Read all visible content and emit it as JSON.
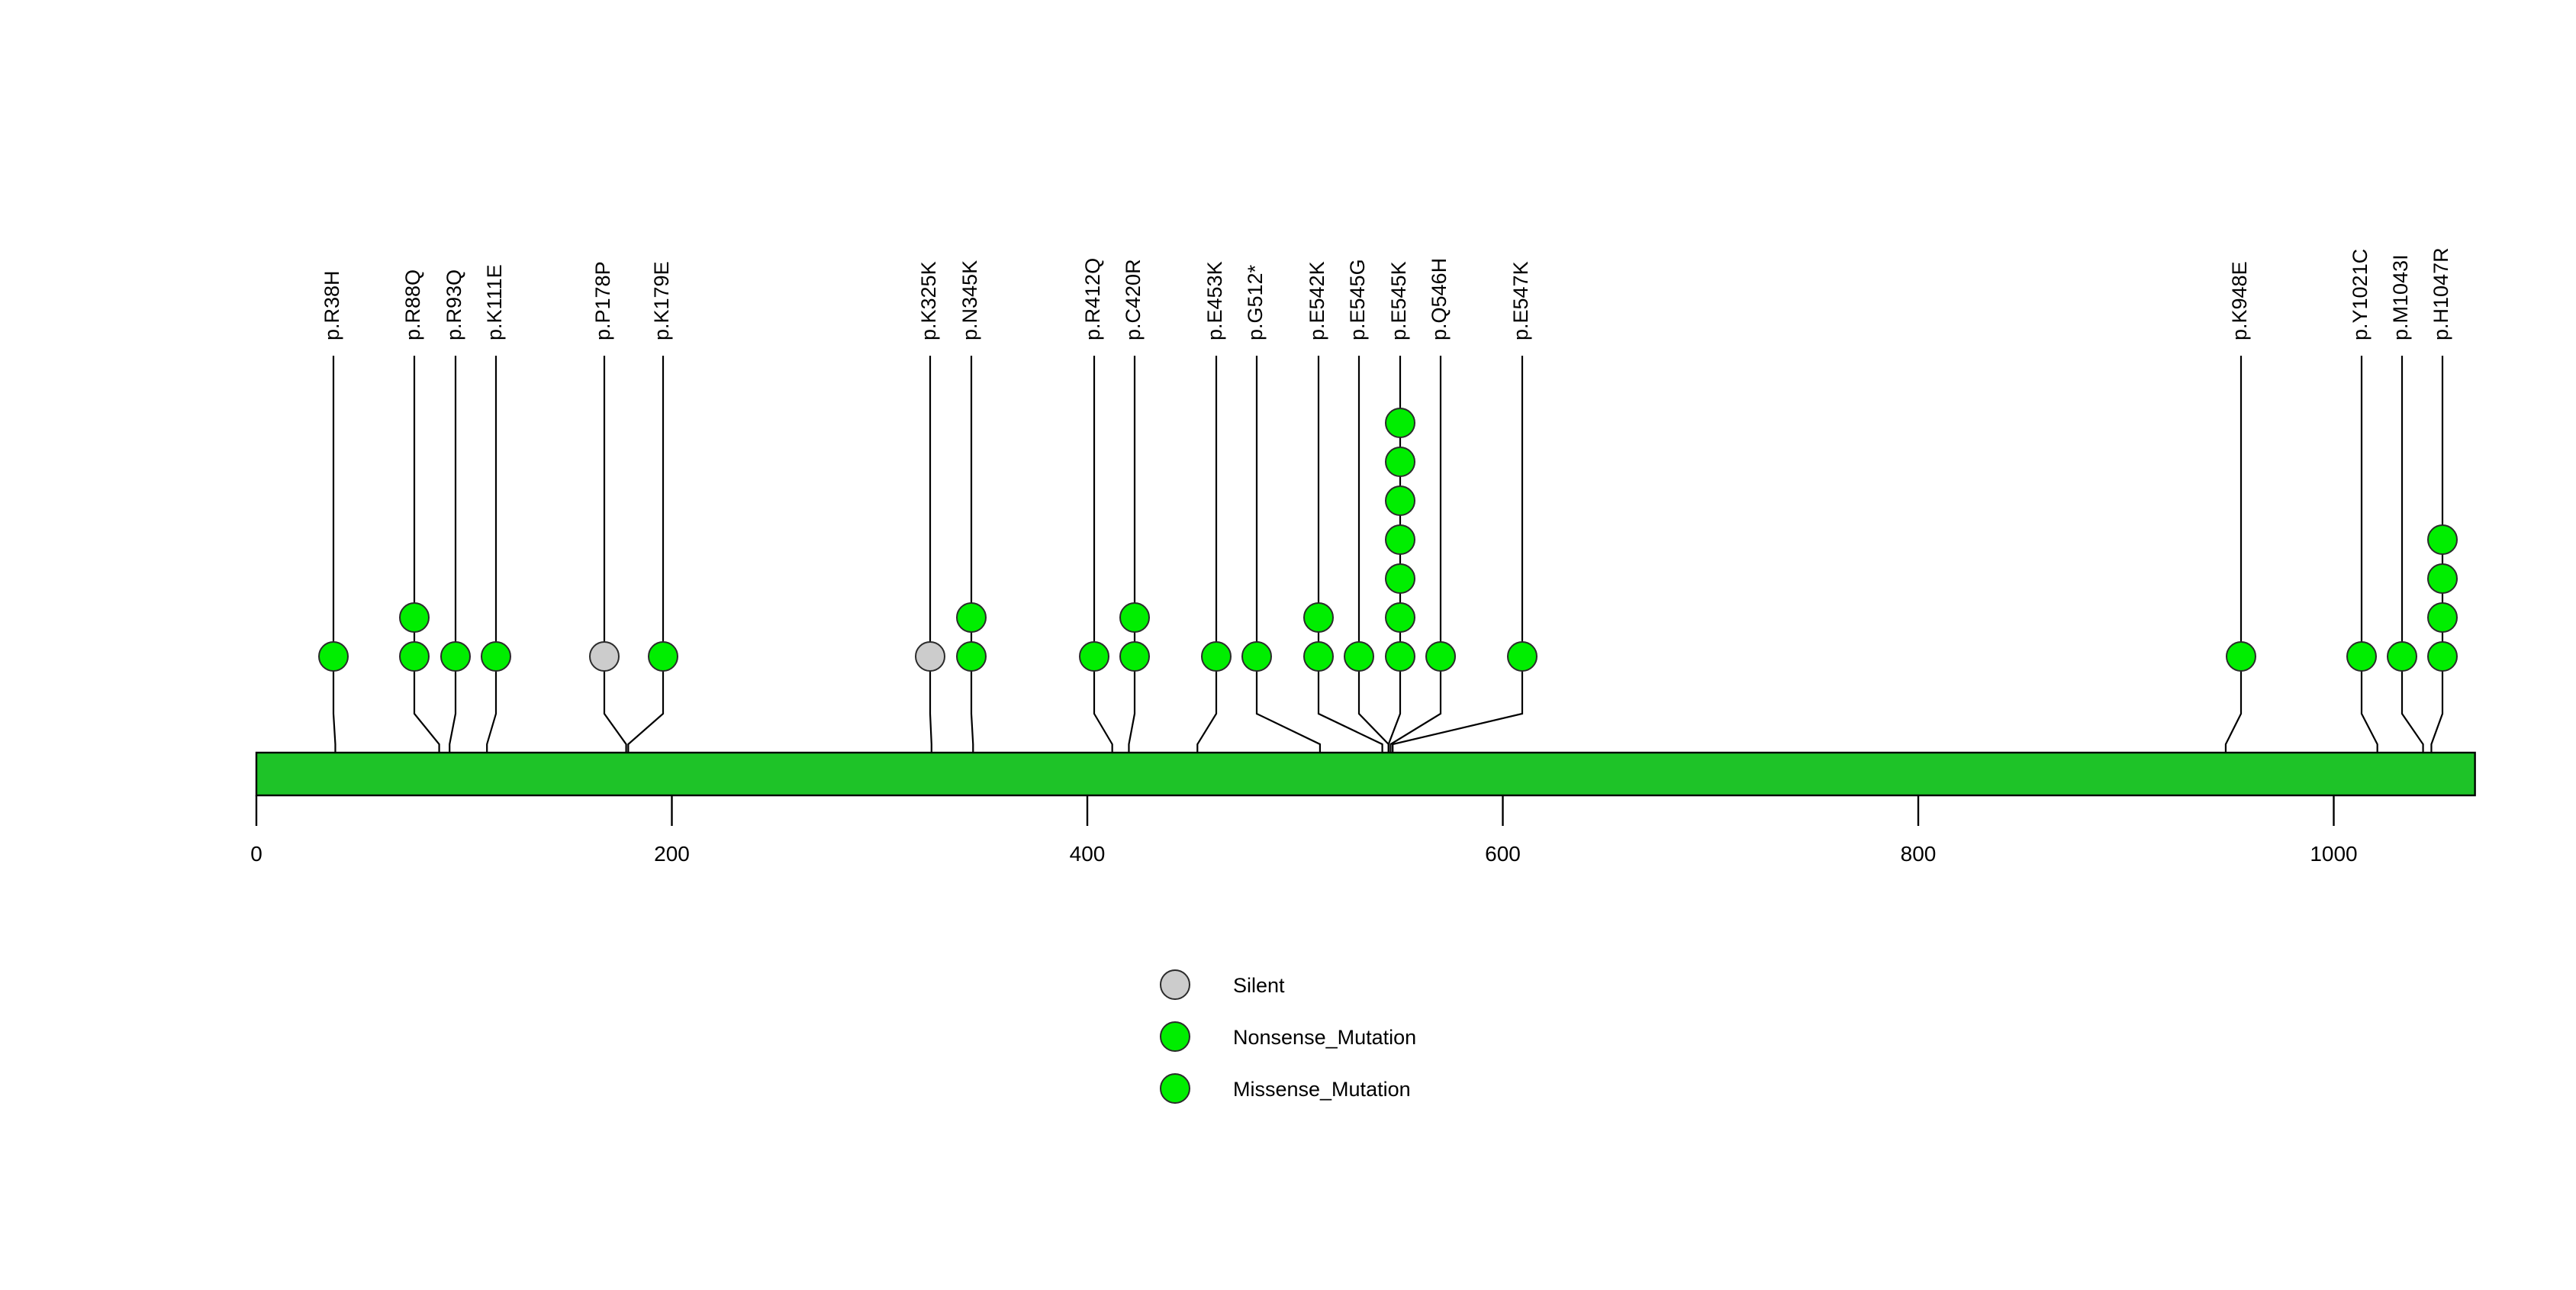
{
  "chart_data": {
    "type": "lollipop",
    "title": "",
    "xlabel": "",
    "ylabel": "",
    "xlim": [
      0,
      1068
    ],
    "axis_ticks": [
      {
        "value": 0,
        "label": "0"
      },
      {
        "value": 200,
        "label": "200"
      },
      {
        "value": 400,
        "label": "400"
      },
      {
        "value": 600,
        "label": "600"
      },
      {
        "value": 800,
        "label": "800"
      },
      {
        "value": 1000,
        "label": "1000"
      }
    ],
    "protein": {
      "name": "",
      "length": 1068,
      "start": 0,
      "end": 1068,
      "color": "#1ec328"
    },
    "mutations": [
      {
        "label": "p.R38H",
        "position": 38,
        "count": 1,
        "type": "Missense_Mutation",
        "color": "#00ee00"
      },
      {
        "label": "p.R88Q",
        "position": 88,
        "count": 2,
        "type": "Missense_Mutation",
        "color": "#00ee00"
      },
      {
        "label": "p.R93Q",
        "position": 93,
        "count": 1,
        "type": "Missense_Mutation",
        "color": "#00ee00"
      },
      {
        "label": "p.K111E",
        "position": 111,
        "count": 1,
        "type": "Missense_Mutation",
        "color": "#00ee00"
      },
      {
        "label": "p.P178P",
        "position": 178,
        "count": 1,
        "type": "Silent",
        "color": "#cccccc"
      },
      {
        "label": "p.K179E",
        "position": 179,
        "count": 1,
        "type": "Missense_Mutation",
        "color": "#00ee00"
      },
      {
        "label": "p.K325K",
        "position": 325,
        "count": 1,
        "type": "Silent",
        "color": "#cccccc"
      },
      {
        "label": "p.N345K",
        "position": 345,
        "count": 2,
        "type": "Missense_Mutation",
        "color": "#00ee00"
      },
      {
        "label": "p.R412Q",
        "position": 412,
        "count": 1,
        "type": "Missense_Mutation",
        "color": "#00ee00"
      },
      {
        "label": "p.C420R",
        "position": 420,
        "count": 2,
        "type": "Missense_Mutation",
        "color": "#00ee00"
      },
      {
        "label": "p.E453K",
        "position": 453,
        "count": 1,
        "type": "Missense_Mutation",
        "color": "#00ee00"
      },
      {
        "label": "p.G512*",
        "position": 512,
        "count": 1,
        "type": "Nonsense_Mutation",
        "color": "#00ee00"
      },
      {
        "label": "p.E542K",
        "position": 542,
        "count": 2,
        "type": "Missense_Mutation",
        "color": "#00ee00"
      },
      {
        "label": "p.E545G",
        "position": 545,
        "count": 1,
        "type": "Missense_Mutation",
        "color": "#00ee00"
      },
      {
        "label": "p.E545K",
        "position": 545,
        "count": 7,
        "type": "Missense_Mutation",
        "color": "#00ee00"
      },
      {
        "label": "p.Q546H",
        "position": 546,
        "count": 1,
        "type": "Missense_Mutation",
        "color": "#00ee00"
      },
      {
        "label": "p.E547K",
        "position": 547,
        "count": 1,
        "type": "Missense_Mutation",
        "color": "#00ee00"
      },
      {
        "label": "p.K948E",
        "position": 948,
        "count": 1,
        "type": "Missense_Mutation",
        "color": "#00ee00"
      },
      {
        "label": "p.Y1021C",
        "position": 1021,
        "count": 1,
        "type": "Missense_Mutation",
        "color": "#00ee00"
      },
      {
        "label": "p.M1043I",
        "position": 1043,
        "count": 1,
        "type": "Missense_Mutation",
        "color": "#00ee00"
      },
      {
        "label": "p.H1047R",
        "position": 1047,
        "count": 4,
        "type": "Missense_Mutation",
        "color": "#00ee00"
      }
    ],
    "legend": {
      "position": "bottom-center",
      "entries": [
        {
          "label": "Silent",
          "color": "#cccccc"
        },
        {
          "label": "Nonsense_Mutation",
          "color": "#00ee00"
        },
        {
          "label": "Missense_Mutation",
          "color": "#00ee00"
        }
      ]
    }
  },
  "layout": {
    "label_x_slots": [
      437,
      543,
      597,
      650,
      792,
      869,
      1219,
      1273,
      1434,
      1487,
      1594,
      1647,
      1728,
      1781,
      1835,
      1888,
      1995,
      2937,
      3095,
      3148,
      3201
    ]
  }
}
